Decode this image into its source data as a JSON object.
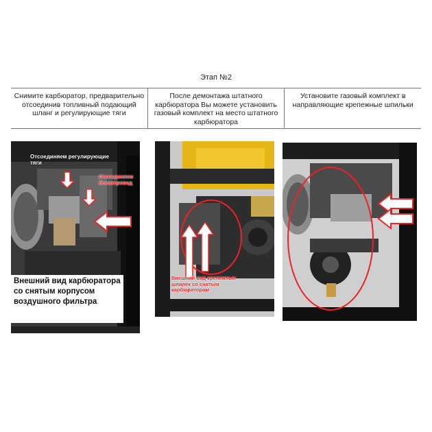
{
  "stage": {
    "title": "Этап №2"
  },
  "steps": [
    {
      "text": "Снимите карбюратор, предварительно отсоединив топливный подающий шланг и регулирующие тяги"
    },
    {
      "text": "После демонтажа штатного карбюратора Вы можете установить газовый комплект на место штатного карбюратора"
    },
    {
      "text": "Установите газовый комплект в направляющие крепежные шпильки"
    }
  ],
  "photo1": {
    "label_rods": "Отсоединяем регулирующие тяги",
    "label_fuel": "Отсоединяем бензопровод",
    "caption": "Внешний вид карбюратора со снятым корпусом воздушного фильтра"
  },
  "photo2": {
    "caption": "Внешний вид крепежных шпилек со снятым карбюратором"
  }
}
